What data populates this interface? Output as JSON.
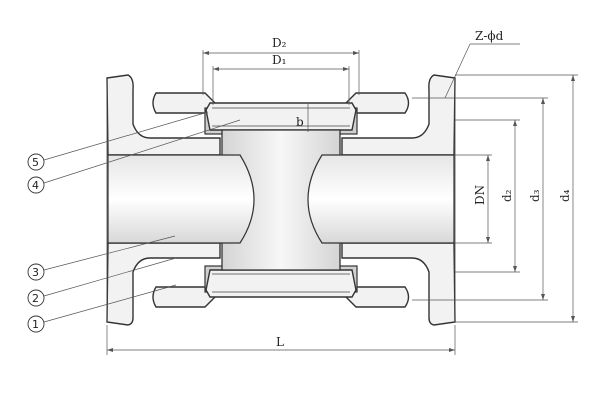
{
  "labels": {
    "D2": "D₂",
    "D1": "D₁",
    "Zd": "Z-ϕd",
    "b": "b",
    "DN": "DN",
    "d2": "d₂",
    "d3": "d₃",
    "d4": "d₄",
    "L": "L"
  },
  "callouts": [
    "5",
    "4",
    "3",
    "2",
    "1"
  ]
}
